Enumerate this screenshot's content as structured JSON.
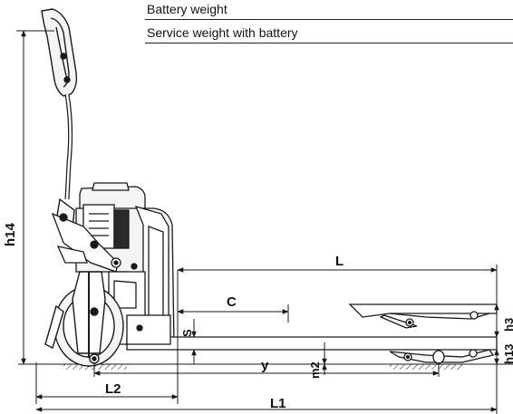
{
  "spec_table": {
    "rows": [
      {
        "label": "Battery weight"
      },
      {
        "label": "Service weight with battery"
      }
    ]
  },
  "dimensions": {
    "h14": "h14",
    "L": "L",
    "C": "C",
    "S": "S",
    "h3": "h3",
    "h13": "h13",
    "y": "y",
    "m2": "m2",
    "L2": "L2",
    "L1": "L1"
  },
  "colors": {
    "line": "#1a1a1a",
    "fill_light": "#f4f4f4",
    "fill_dark": "#2a2a2a"
  }
}
